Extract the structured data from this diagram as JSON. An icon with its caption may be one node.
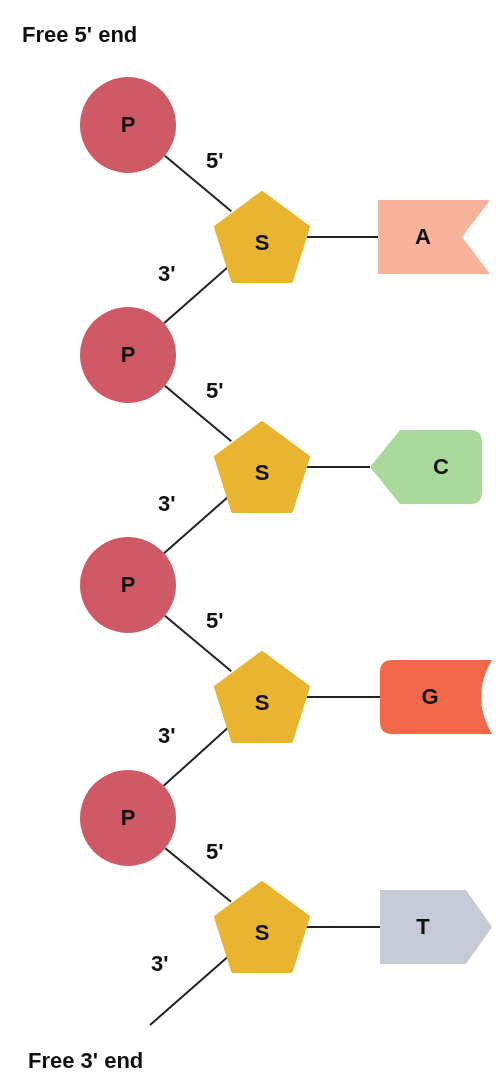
{
  "diagram": {
    "nodes": [
      {
        "text": [
          "P"
        ]
      },
      {
        "text": [
          "S"
        ]
      },
      {
        "text": [
          "A"
        ]
      },
      {
        "text": [
          "P"
        ]
      },
      {
        "text": [
          "S"
        ]
      },
      {
        "text": [
          "C"
        ]
      },
      {
        "text": [
          "P"
        ]
      },
      {
        "text": [
          "S"
        ]
      },
      {
        "text": [
          "G"
        ]
      },
      {
        "text": [
          "P"
        ]
      },
      {
        "text": [
          "S"
        ]
      },
      {
        "text": [
          "T"
        ]
      }
    ],
    "edges": [
      {
        "from": 0,
        "to": 1,
        "arrow": "none",
        "label": "5'"
      },
      {
        "from": 1,
        "to": 2,
        "arrow": "none"
      },
      {
        "from": 1,
        "to": 3,
        "arrow": "none",
        "label": "3'"
      },
      {
        "from": 3,
        "to": 4,
        "arrow": "none",
        "label": "5'"
      },
      {
        "from": 4,
        "to": 5,
        "arrow": "none"
      },
      {
        "from": 4,
        "to": 6,
        "arrow": "none",
        "label": "3'"
      },
      {
        "from": 6,
        "to": 7,
        "arrow": "none",
        "label": "5'"
      },
      {
        "from": 7,
        "to": 8,
        "arrow": "none"
      },
      {
        "from": 7,
        "to": 9,
        "arrow": "none",
        "label": "3'"
      },
      {
        "from": 9,
        "to": 10,
        "arrow": "none",
        "label": "5'"
      },
      {
        "from": 10,
        "to": 11,
        "arrow": "none"
      },
      {
        "from": 10,
        "to": null,
        "arrow": "none",
        "label": "3'"
      }
    ],
    "labels": [
      "Free 5' end",
      "Free 3' end"
    ]
  }
}
